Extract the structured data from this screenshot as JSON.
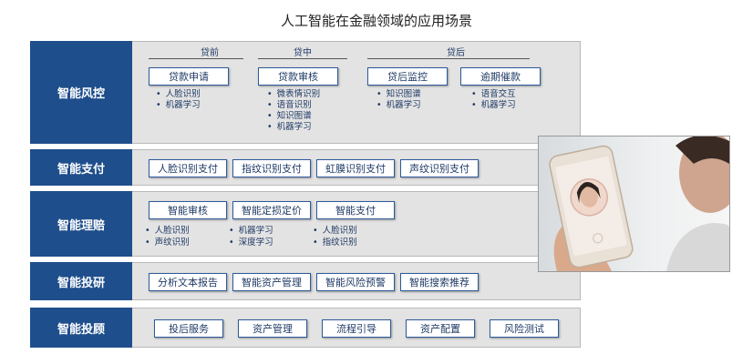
{
  "title": "人工智能在金融领域的应用场景",
  "rows": {
    "risk": {
      "label": "智能风控",
      "stages": [
        "贷前",
        "贷中",
        "贷后"
      ],
      "boxes": [
        "贷款申请",
        "贷款审核",
        "贷后监控",
        "逾期催款"
      ],
      "bullets": {
        "loan_application": [
          "人脸识别",
          "机器学习"
        ],
        "loan_review": [
          "微表情识别",
          "语音识别",
          "知识图谱",
          "机器学习"
        ],
        "post_loan_monitoring": [
          "知识图谱",
          "机器学习"
        ],
        "overdue_collection": [
          "语音交互",
          "机器学习"
        ]
      }
    },
    "payment": {
      "label": "智能支付",
      "boxes": [
        "人脸识别支付",
        "指纹识别支付",
        "虹膜识别支付",
        "声纹识别支付"
      ]
    },
    "claims": {
      "label": "智能理赔",
      "boxes": [
        "智能审核",
        "智能定损定价",
        "智能支付"
      ],
      "bullets_row1": [
        "人脸识别",
        "机器学习",
        "人脸识别"
      ],
      "bullets_row2": [
        "声纹识别",
        "深度学习",
        "指纹识别"
      ]
    },
    "research": {
      "label": "智能投研",
      "boxes": [
        "分析文本报告",
        "智能资产管理",
        "智能风险预警",
        "智能搜索推荐"
      ]
    },
    "advisory": {
      "label": "智能投顾",
      "boxes": [
        "投后服务",
        "资产管理",
        "流程引导",
        "资产配置",
        "风险测试"
      ]
    }
  }
}
